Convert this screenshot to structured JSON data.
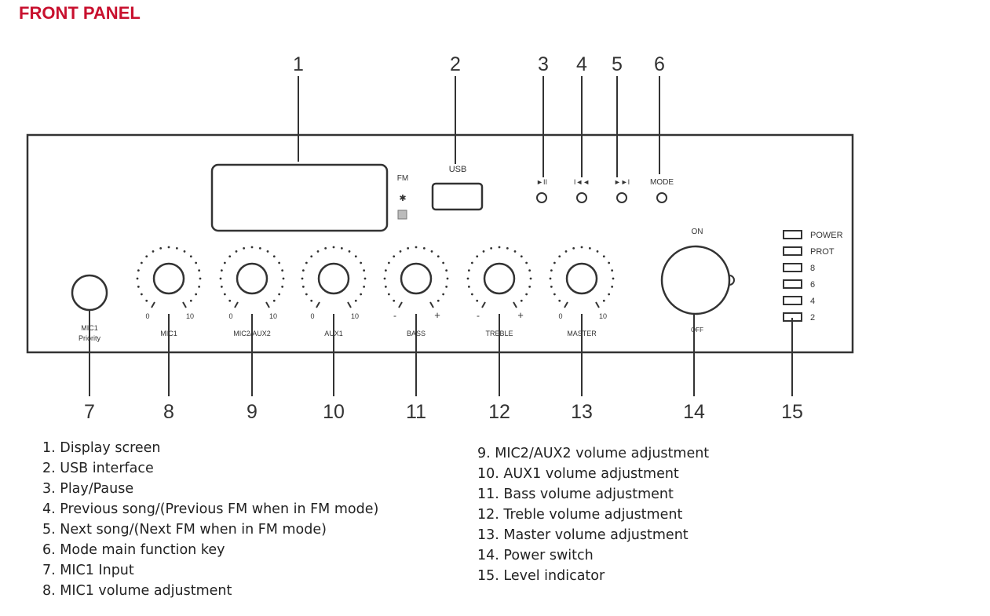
{
  "title": "FRONT PANEL",
  "colors": {
    "title": "#c8102e",
    "line": "#333333"
  },
  "panel": {
    "display_indicators": [
      "FM",
      "bluetooth-icon",
      "sd-card-icon"
    ],
    "usb_label": "USB",
    "buttons": [
      {
        "icon": "play-pause-icon",
        "glyph": "►II"
      },
      {
        "icon": "previous-icon",
        "glyph": "I◄◄"
      },
      {
        "icon": "next-icon",
        "glyph": "►►I"
      },
      {
        "icon": "mode",
        "glyph": "MODE"
      }
    ],
    "mic_input": {
      "label1": "MIC1",
      "label2": "Priority"
    },
    "knobs": [
      {
        "label": "MIC1",
        "min": "0",
        "max": "10"
      },
      {
        "label": "MIC2/AUX2",
        "min": "0",
        "max": "10"
      },
      {
        "label": "AUX1",
        "min": "0",
        "max": "10"
      },
      {
        "label": "BASS",
        "min": "-",
        "max": "+"
      },
      {
        "label": "TREBLE",
        "min": "-",
        "max": "+"
      },
      {
        "label": "MASTER",
        "min": "0",
        "max": "10"
      }
    ],
    "power": {
      "on": "ON",
      "off": "OFF"
    },
    "leds": [
      "POWER",
      "PROT",
      "8",
      "6",
      "4",
      "2"
    ]
  },
  "callouts_top": [
    "1",
    "2",
    "3",
    "4",
    "5",
    "6"
  ],
  "callouts_bottom": [
    "7",
    "8",
    "9",
    "10",
    "11",
    "12",
    "13",
    "14",
    "15"
  ],
  "legend_left": [
    "1. Display screen",
    "2. USB interface",
    "3. Play/Pause",
    "4. Previous song/(Previous FM when in FM mode)",
    "5. Next song/(Next FM when in FM mode)",
    "6. Mode main function key",
    "7. MIC1 Input",
    "8. MIC1 volume adjustment"
  ],
  "legend_right": [
    "9. MIC2/AUX2 volume adjustment",
    "10. AUX1 volume adjustment",
    "11. Bass volume adjustment",
    "12. Treble volume adjustment",
    "13. Master volume adjustment",
    "14. Power switch",
    "15. Level indicator"
  ]
}
